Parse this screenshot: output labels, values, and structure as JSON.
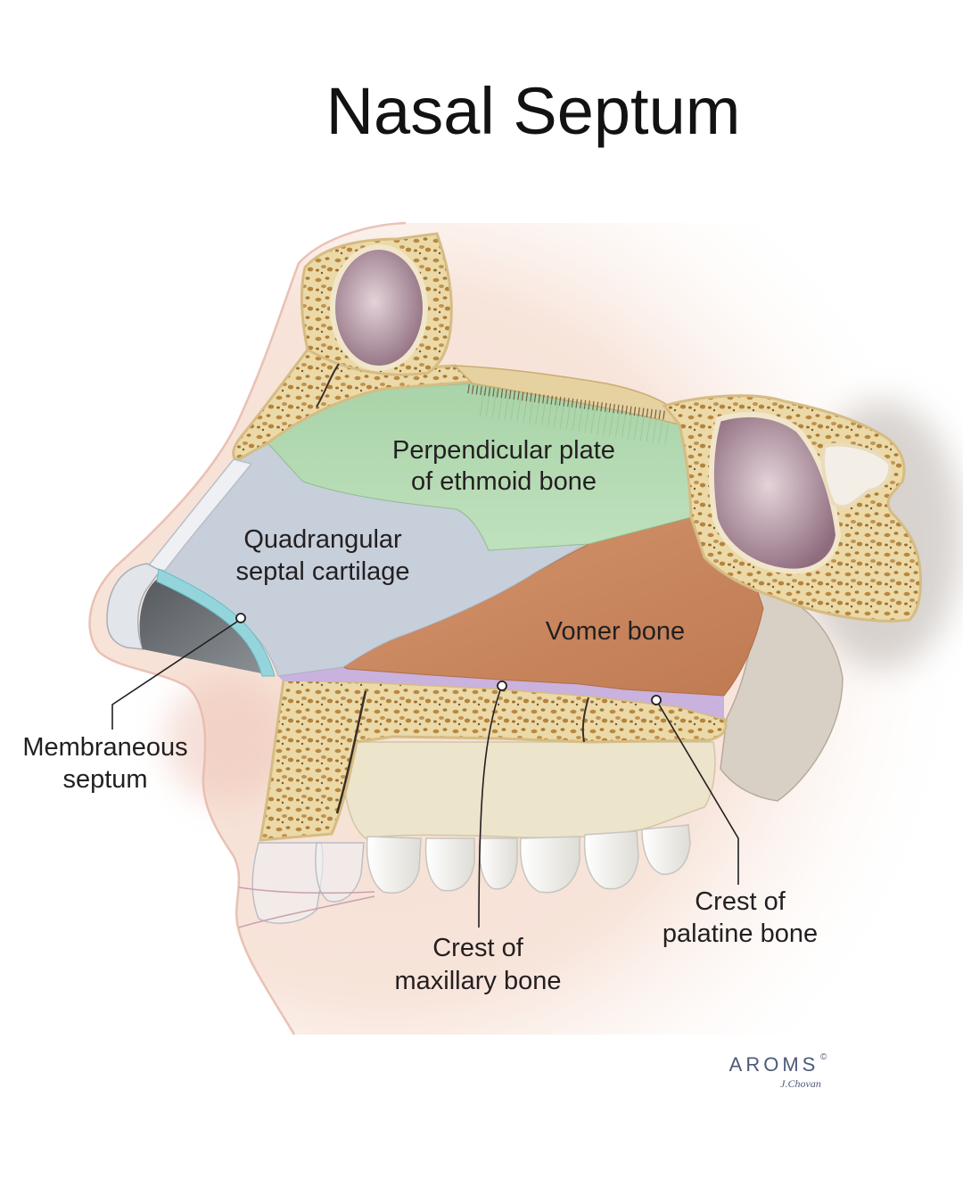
{
  "title": "Nasal Septum",
  "labels": {
    "perpendicular_plate": {
      "line1": "Perpendicular plate",
      "line2": "of ethmoid bone"
    },
    "quadrangular_cartilage": {
      "line1": "Quadrangular",
      "line2": "septal cartilage"
    },
    "vomer": {
      "line1": "Vomer bone"
    },
    "membraneous_septum": {
      "line1": "Membraneous",
      "line2": "septum"
    },
    "crest_maxillary": {
      "line1": "Crest of",
      "line2": "maxillary bone"
    },
    "crest_palatine": {
      "line1": "Crest of",
      "line2": "palatine bone"
    }
  },
  "logo": {
    "text": "AROMS",
    "mark": "©",
    "signature": "J.Chovan"
  },
  "colors": {
    "skin": "#f6dfd3",
    "ethmoid": "#bfe1bd",
    "ethmoid_dark": "#a9d3a8",
    "cartilage": "#c7cfdb",
    "vomer": "#d3956c",
    "vomer_dark": "#c07a52",
    "crest": "#c9b2dd",
    "bone": "#ead6a4",
    "sinus_light": "#e4d3d9",
    "sinus_dark": "#8e6c7e",
    "membrane": "#94d5dc",
    "maxilla": "#ece4cb",
    "tooth": "#f8f8f5"
  }
}
